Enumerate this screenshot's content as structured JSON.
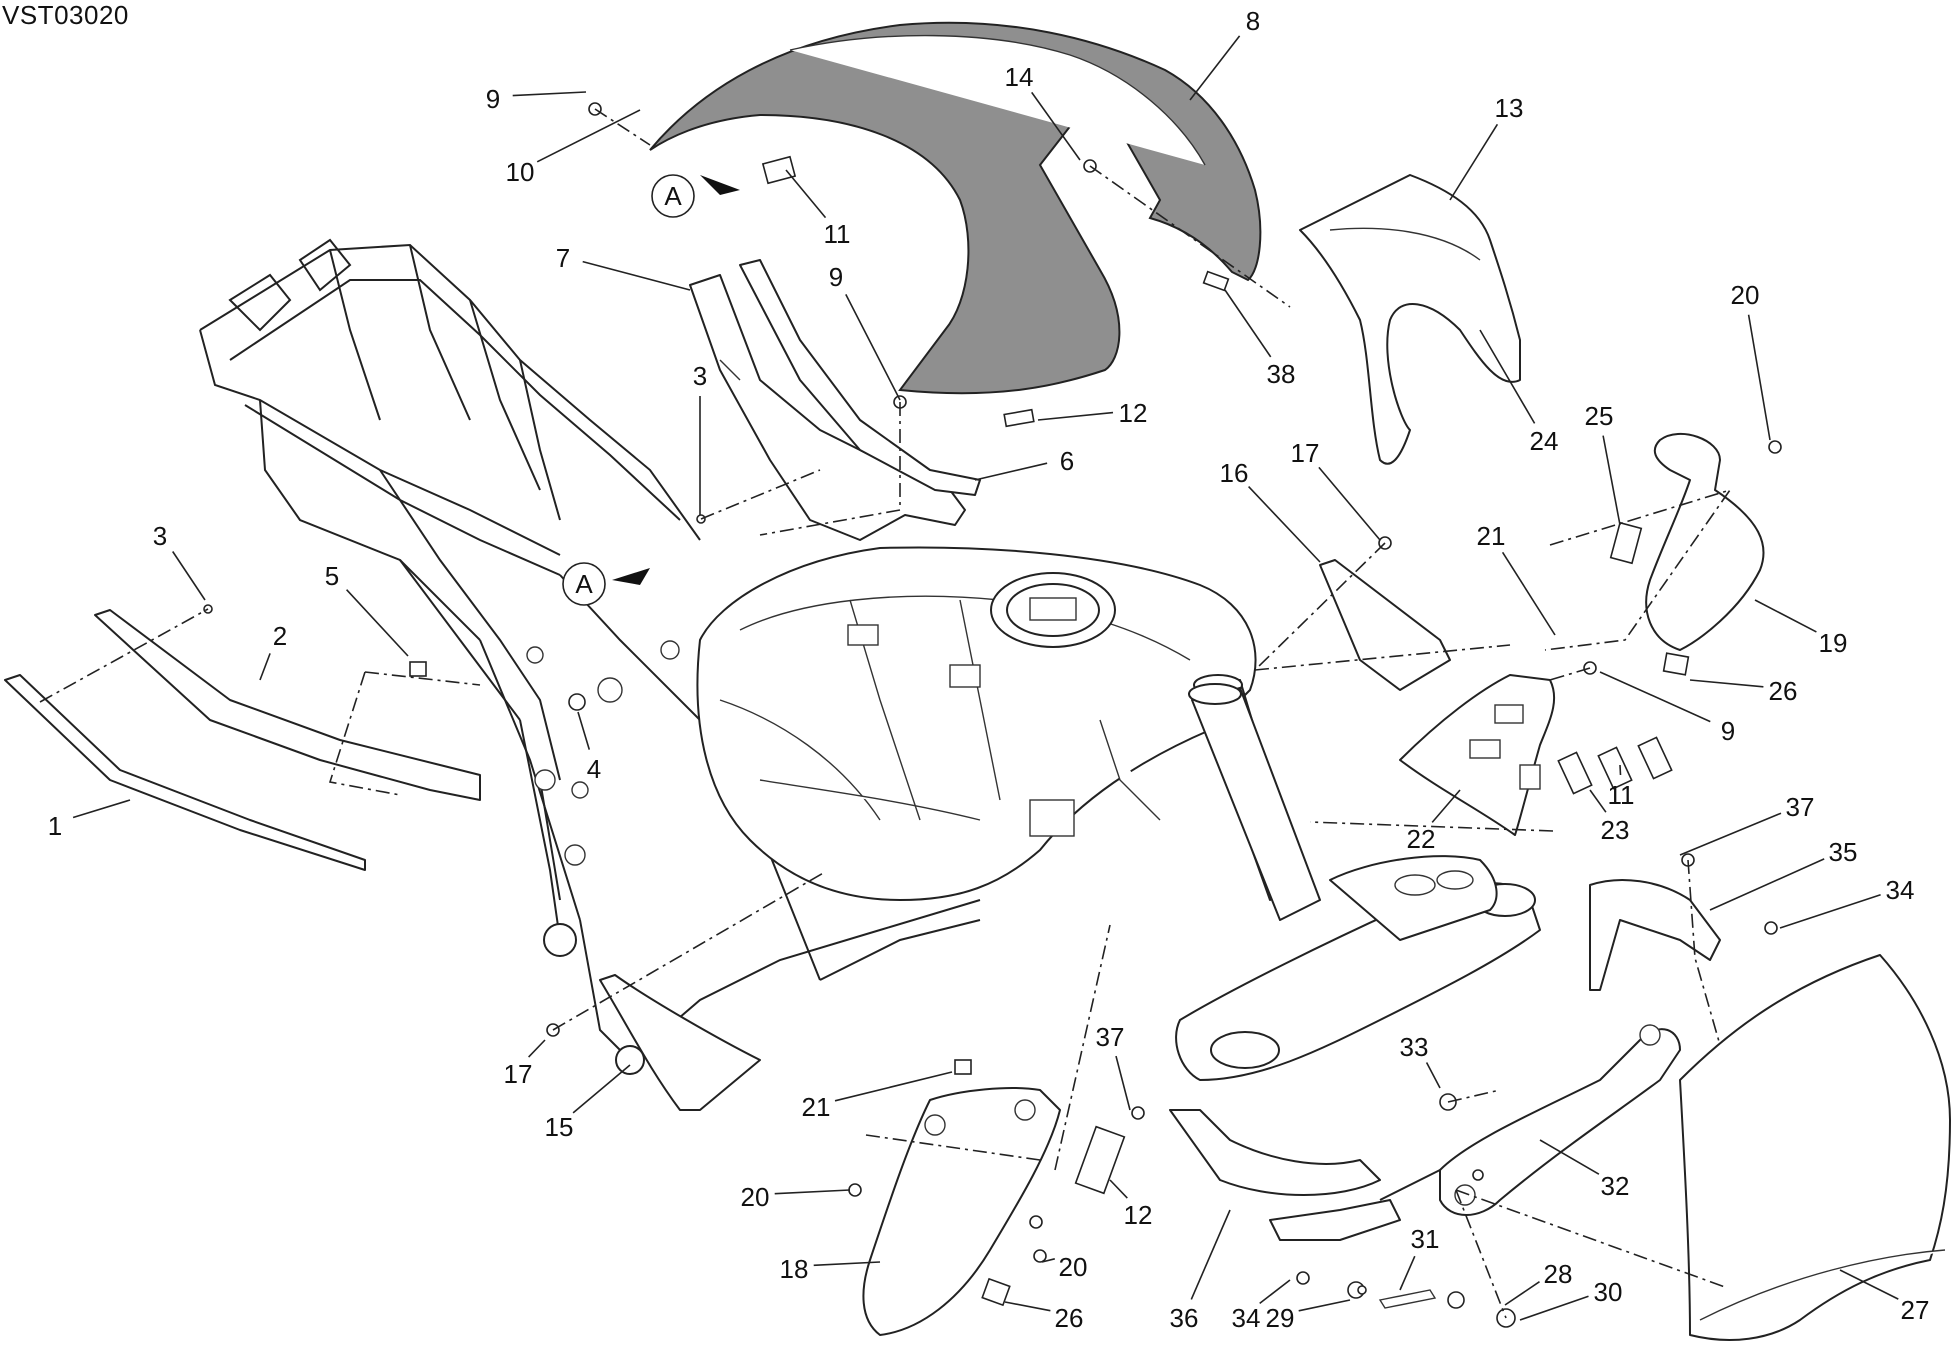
{
  "drawing_code": "VST03020",
  "view_marker": "A",
  "callouts": [
    "1",
    "2",
    "3",
    "3",
    "4",
    "5",
    "6",
    "7",
    "8",
    "9",
    "9",
    "9",
    "10",
    "11",
    "11",
    "12",
    "12",
    "13",
    "14",
    "15",
    "16",
    "17",
    "17",
    "18",
    "19",
    "20",
    "20",
    "20",
    "21",
    "21",
    "22",
    "23",
    "24",
    "25",
    "26",
    "26",
    "27",
    "28",
    "29",
    "30",
    "31",
    "32",
    "33",
    "34",
    "34",
    "35",
    "36",
    "37",
    "37",
    "38"
  ],
  "palette": {
    "line": "#222222",
    "shaded_cover": "#8f8f8f",
    "background": "#ffffff"
  }
}
